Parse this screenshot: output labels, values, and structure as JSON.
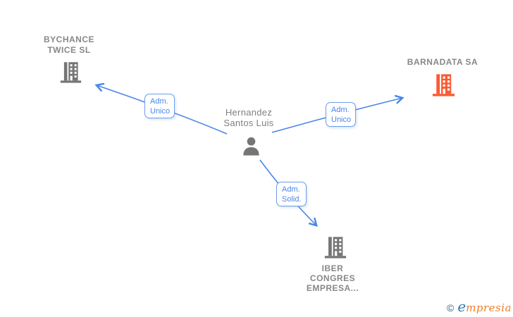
{
  "person": {
    "line1": "Hernandez",
    "line2": "Santos Luis"
  },
  "companies": {
    "bychance": {
      "line1": "BYCHANCE",
      "line2": "TWICE SL"
    },
    "barnadata": {
      "line1": "BARNADATA SA"
    },
    "iber": {
      "line1": "IBER",
      "line2": "CONGRES",
      "line3": "EMPRESA..."
    }
  },
  "edges": {
    "to_bychance": {
      "line1": "Adm.",
      "line2": "Unico"
    },
    "to_barnadata": {
      "line1": "Adm.",
      "line2": "Unico"
    },
    "to_iber": {
      "line1": "Adm.",
      "line2": "Solid."
    }
  },
  "watermark": {
    "symbol": "©",
    "brand_initial": "e",
    "brand_rest": "mpresia"
  },
  "colors": {
    "edge_blue": "#4a86e8",
    "box_border_blue": "#6d9eeb",
    "company_gray": "#757575",
    "company_orange": "#fb5a32",
    "person_gray": "#757575",
    "label_gray": "#878787",
    "watermark_copyright": "#2e5e77",
    "watermark_blue": "#2d7bb5",
    "watermark_orange": "#ef7d2a"
  }
}
